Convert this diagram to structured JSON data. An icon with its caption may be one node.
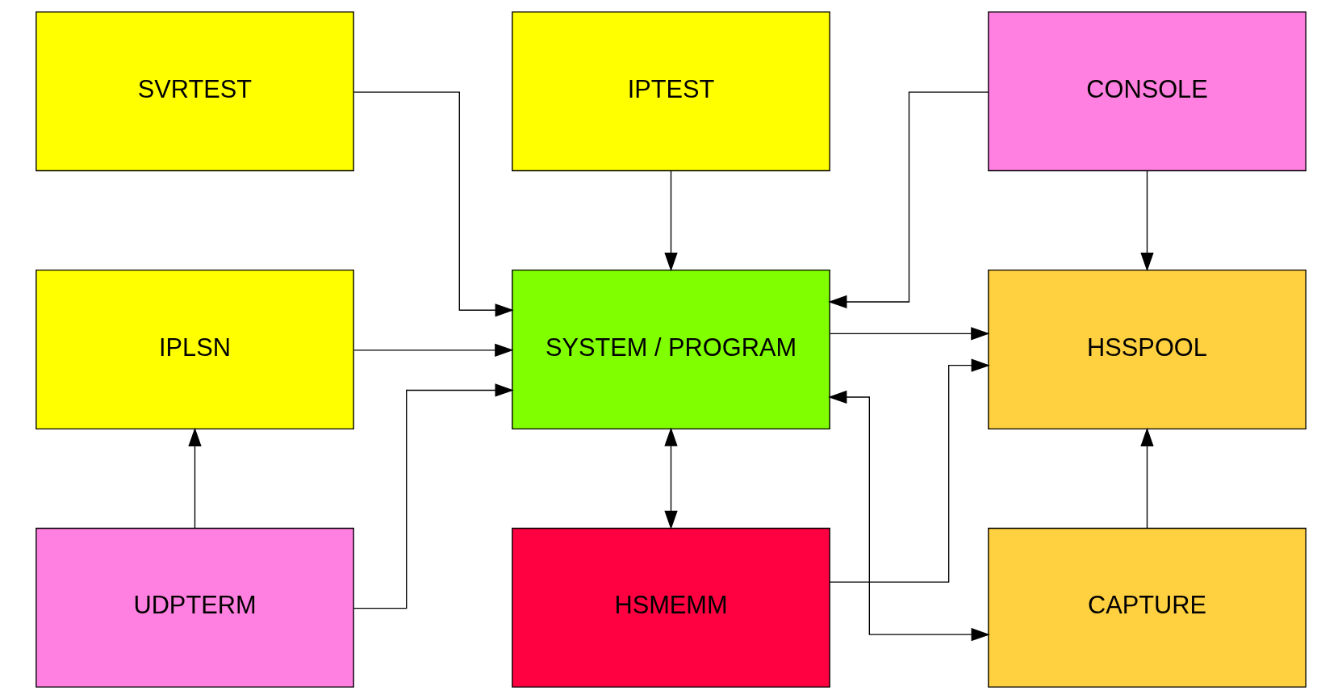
{
  "diagram": {
    "nodes": [
      {
        "text": [
          "IPTEST"
        ]
      },
      {
        "text": [
          "SVRTEST"
        ]
      },
      {
        "text": [
          "CONSOLE"
        ]
      },
      {
        "text": [
          "IPLSN"
        ]
      },
      {
        "text": [
          "SYSTEM / PROGRAM"
        ]
      },
      {
        "text": [
          "HSSPOOL"
        ]
      },
      {
        "text": [
          "CAPTURE"
        ]
      },
      {
        "text": [
          "UDPTERM"
        ]
      },
      {
        "text": [
          "HSMEMM"
        ]
      }
    ],
    "edges": [
      {
        "from": 0,
        "to": 4,
        "arrow": "to"
      },
      {
        "from": 1,
        "to": 4,
        "arrow": "to"
      },
      {
        "from": 2,
        "to": 4,
        "arrow": "to"
      },
      {
        "from": 2,
        "to": 5,
        "arrow": "to"
      },
      {
        "from": 3,
        "to": 4,
        "arrow": "to"
      },
      {
        "from": 7,
        "to": 4,
        "arrow": "to"
      },
      {
        "from": 4,
        "to": 5,
        "arrow": "to"
      },
      {
        "from": 4,
        "to": 6,
        "arrow": "both"
      },
      {
        "from": 6,
        "to": 5,
        "arrow": "to"
      },
      {
        "from": 7,
        "to": 3,
        "arrow": "to"
      },
      {
        "from": 8,
        "to": 5,
        "arrow": "to"
      },
      {
        "from": 4,
        "to": 8,
        "arrow": "both"
      }
    ]
  }
}
